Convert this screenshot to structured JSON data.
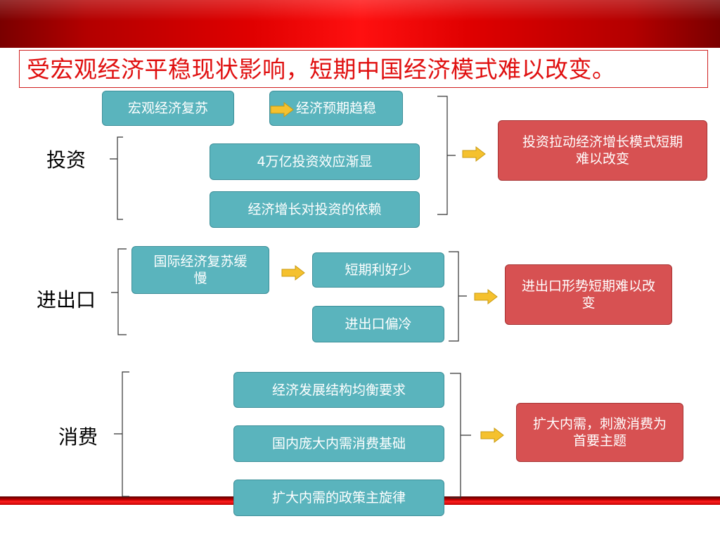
{
  "headline": "受宏观经济平稳现状影响，短期中国经济模式难以改变。",
  "groups": {
    "investment": {
      "label": "投资",
      "items": [
        "宏观经济复苏",
        "经济预期趋稳",
        "4万亿投资效应渐显",
        "经济增长对投资的依赖"
      ],
      "result": "投资拉动经济增长模式短期难以改变"
    },
    "trade": {
      "label": "进出口",
      "items": [
        "国际经济复苏缓慢",
        "短期利好少",
        "进出口偏冷"
      ],
      "result": "进出口形势短期难以改变"
    },
    "consumption": {
      "label": "消费",
      "items": [
        "经济发展结构均衡要求",
        "国内庞大内需消费基础",
        "扩大内需的政策主旋律"
      ],
      "result": "扩大内需，刺激消费为首要主题"
    }
  },
  "colors": {
    "teal_box": "#5ab4bd",
    "red_box": "#d75152",
    "arrow": "#f5c12e",
    "headline_text": "#e01010"
  },
  "icons": {
    "arrow": "right-arrow-icon"
  }
}
